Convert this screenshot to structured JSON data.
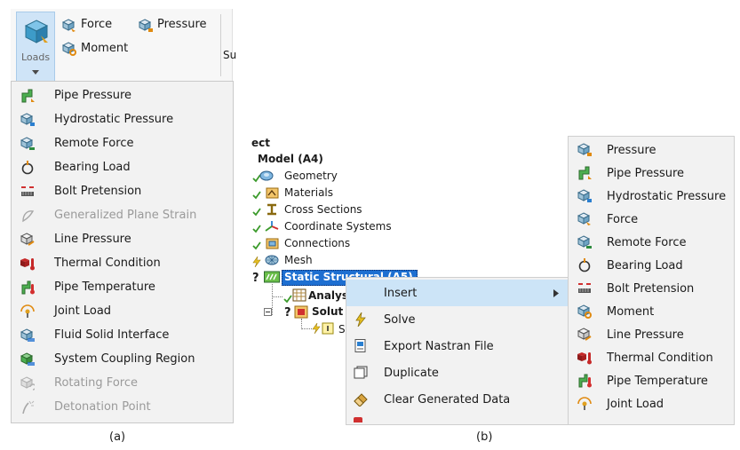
{
  "panel_a": {
    "ribbon": {
      "loads_label": "Loads",
      "force_label": "Force",
      "pressure_label": "Pressure",
      "moment_label": "Moment",
      "cutoff_label": "Su"
    },
    "menu_items": [
      {
        "label": "Pipe Pressure",
        "icon": "pipe-pressure-icon",
        "enabled": true
      },
      {
        "label": "Hydrostatic Pressure",
        "icon": "hydrostatic-pressure-icon",
        "enabled": true
      },
      {
        "label": "Remote Force",
        "icon": "remote-force-icon",
        "enabled": true
      },
      {
        "label": "Bearing Load",
        "icon": "bearing-load-icon",
        "enabled": true
      },
      {
        "label": "Bolt Pretension",
        "icon": "bolt-pretension-icon",
        "enabled": true
      },
      {
        "label": "Generalized Plane Strain",
        "icon": "generalized-plane-strain-icon",
        "enabled": false
      },
      {
        "label": "Line Pressure",
        "icon": "line-pressure-icon",
        "enabled": true
      },
      {
        "label": "Thermal Condition",
        "icon": "thermal-condition-icon",
        "enabled": true
      },
      {
        "label": "Pipe Temperature",
        "icon": "pipe-temperature-icon",
        "enabled": true
      },
      {
        "label": "Joint Load",
        "icon": "joint-load-icon",
        "enabled": true
      },
      {
        "label": "Fluid Solid Interface",
        "icon": "fluid-solid-interface-icon",
        "enabled": true
      },
      {
        "label": "System Coupling Region",
        "icon": "system-coupling-region-icon",
        "enabled": true
      },
      {
        "label": "Rotating Force",
        "icon": "rotating-force-icon",
        "enabled": false
      },
      {
        "label": "Detonation Point",
        "icon": "detonation-point-icon",
        "enabled": false
      }
    ],
    "caption": "(a)"
  },
  "panel_b": {
    "tree": {
      "project_fragment": "ect",
      "model": "Model (A4)",
      "geometry": "Geometry",
      "materials": "Materials",
      "cross_sections": "Cross Sections",
      "coordinate_systems": "Coordinate Systems",
      "connections": "Connections",
      "mesh": "Mesh",
      "static_structural": "Static Structural (A5)",
      "analysis_fragment": "Analys",
      "solution_fragment": "Solut",
      "solution_info_fragment": "S",
      "question_mark": "?"
    },
    "context_menu": [
      {
        "label": "Insert",
        "icon": "",
        "has_submenu": true,
        "highlighted": true
      },
      {
        "label": "Solve",
        "icon": "solve-icon",
        "has_submenu": false,
        "highlighted": false
      },
      {
        "label": "Export Nastran File",
        "icon": "export-nastran-icon",
        "has_submenu": false,
        "highlighted": false
      },
      {
        "label": "Duplicate",
        "icon": "duplicate-icon",
        "has_submenu": false,
        "highlighted": false
      },
      {
        "label": "Clear Generated Data",
        "icon": "clear-generated-data-icon",
        "has_submenu": false,
        "highlighted": false
      }
    ],
    "submenu": [
      {
        "label": "Pressure",
        "icon": "pressure-icon"
      },
      {
        "label": "Pipe Pressure",
        "icon": "pipe-pressure-icon"
      },
      {
        "label": "Hydrostatic Pressure",
        "icon": "hydrostatic-pressure-icon"
      },
      {
        "label": "Force",
        "icon": "force-icon"
      },
      {
        "label": "Remote Force",
        "icon": "remote-force-icon"
      },
      {
        "label": "Bearing Load",
        "icon": "bearing-load-icon"
      },
      {
        "label": "Bolt Pretension",
        "icon": "bolt-pretension-icon"
      },
      {
        "label": "Moment",
        "icon": "moment-icon"
      },
      {
        "label": "Line Pressure",
        "icon": "line-pressure-icon"
      },
      {
        "label": "Thermal Condition",
        "icon": "thermal-condition-icon"
      },
      {
        "label": "Pipe Temperature",
        "icon": "pipe-temperature-icon"
      },
      {
        "label": "Joint Load",
        "icon": "joint-load-icon"
      }
    ],
    "caption": "(b)"
  },
  "colors": {
    "menu_bg": "#f2f2f2",
    "highlight": "#cce4f7",
    "loads_button_bg": "#cfe4f7",
    "disabled_text": "#9a9a9a",
    "check_green": "#3a9a2a",
    "lightning_yellow": "#e8c020",
    "selection_blue": "#1e6fd1"
  }
}
